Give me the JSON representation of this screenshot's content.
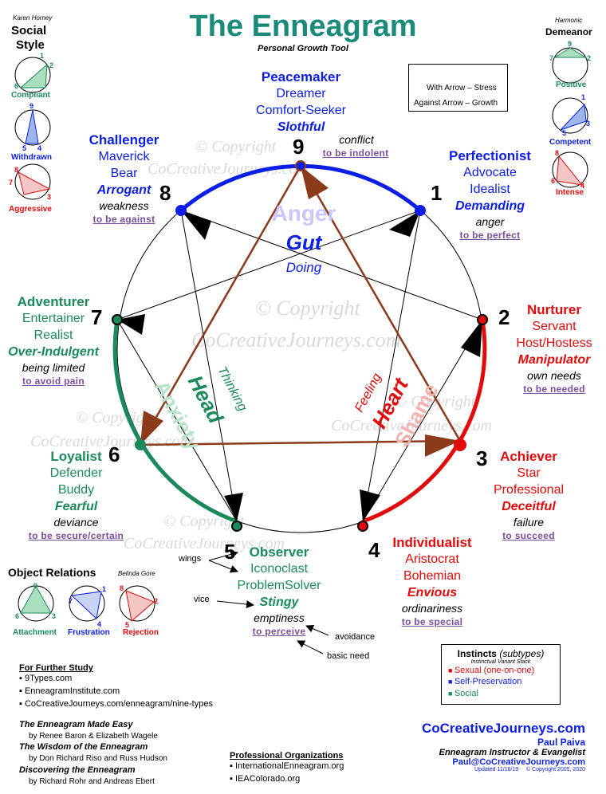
{
  "header": {
    "title": "The Enneagram",
    "subtitle": "Personal Growth Tool"
  },
  "legend": {
    "with_arrow": "With Arrow – Stress",
    "against_arrow": "Against Arrow – Growth"
  },
  "centers": {
    "gut": {
      "emotion": "Anger",
      "name": "Gut",
      "function": "Doing"
    },
    "heart": {
      "emotion": "Shame",
      "name": "Heart",
      "function": "Feeling"
    },
    "head": {
      "emotion": "Anxiety",
      "name": "Head",
      "function": "Thinking"
    }
  },
  "watermark": {
    "line1": "© Copyright",
    "line2": "CoCreativeJourneys.com"
  },
  "types": {
    "t9": {
      "number": "9",
      "name": "Peacemaker",
      "alt1": "Dreamer",
      "alt2": "Comfort-Seeker",
      "vice": "Slothful",
      "avoidance": "conflict",
      "link": "to be indolent"
    },
    "t1": {
      "number": "1",
      "name": "Perfectionist",
      "alt1": "Advocate",
      "alt2": "Idealist",
      "vice": "Demanding",
      "avoidance": "anger",
      "link": "to be perfect"
    },
    "t2": {
      "number": "2",
      "name": "Nurturer",
      "alt1": "Servant",
      "alt2": "Host/Hostess",
      "vice": "Manipulator",
      "avoidance": "own needs",
      "link": "to be needed"
    },
    "t3": {
      "number": "3",
      "name": "Achiever",
      "alt1": "Star",
      "alt2": "Professional",
      "vice": "Deceitful",
      "avoidance": "failure",
      "link": "to succeed"
    },
    "t4": {
      "number": "4",
      "name": "Individualist",
      "alt1": "Aristocrat",
      "alt2": "Bohemian",
      "vice": "Envious",
      "avoidance": "ordinariness",
      "link": "to be special"
    },
    "t5": {
      "number": "5",
      "name": "Observer",
      "alt1": "Iconoclast",
      "alt2": "ProblemSolver",
      "vice": "Stingy",
      "avoidance": "emptiness",
      "link": "to perceive"
    },
    "t6": {
      "number": "6",
      "name": "Loyalist",
      "alt1": "Defender",
      "alt2": "Buddy",
      "vice": "Fearful",
      "avoidance": "deviance",
      "link": "to be secure/certain"
    },
    "t7": {
      "number": "7",
      "name": "Adventurer",
      "alt1": "Entertainer",
      "alt2": "Realist",
      "vice": "Over-Indulgent",
      "avoidance": "being limited",
      "link": "to avoid pain"
    },
    "t8": {
      "number": "8",
      "name": "Challenger",
      "alt1": "Maverick",
      "alt2": "Bear",
      "vice": "Arrogant",
      "avoidance": "weakness",
      "link": "to be against"
    }
  },
  "annotations": {
    "wings": "wings",
    "vice": "vice",
    "avoidance": "avoidance",
    "basic_need": "basic need"
  },
  "social_style": {
    "author": "Karen Horney",
    "title1": "Social",
    "title2": "Style",
    "compliant": {
      "label": "Compliant",
      "n1": "1",
      "n2": "2",
      "n3": "6"
    },
    "withdrawn": {
      "label": "Withdrawn",
      "n1": "9",
      "n2": "5",
      "n3": "4"
    },
    "aggressive": {
      "label": "Aggressive",
      "n1": "8",
      "n2": "7",
      "n3": "3"
    }
  },
  "harmonic": {
    "author": "Harmonic",
    "title": "Demeanor",
    "positive": {
      "label": "Positive",
      "n1": "9",
      "n2": "7",
      "n3": "2"
    },
    "competent": {
      "label": "Competent",
      "n1": "1",
      "n2": "5",
      "n3": "3"
    },
    "intense": {
      "label": "Intense",
      "n1": "8",
      "n2": "6",
      "n3": "4"
    }
  },
  "object_relations": {
    "title": "Object Relations",
    "author": "Belinda Gore",
    "attachment": {
      "label": "Attachment",
      "n1": "9",
      "n2": "6",
      "n3": "3"
    },
    "frustration": {
      "label": "Frustration",
      "n1": "7",
      "n2": "1",
      "n3": "4"
    },
    "rejection": {
      "label": "Rejection",
      "n1": "8",
      "n2": "2",
      "n3": "5"
    }
  },
  "instincts": {
    "title": "Instincts",
    "title_sub": "(subtypes)",
    "subtitle": "Instinctual Variant Stack",
    "items": [
      "Sexual (one-on-one)",
      "Self-Preservation",
      "Social"
    ]
  },
  "further_study": {
    "heading": "For Further Study",
    "sites": [
      "9Types.com",
      "EnneagramInstitute.com",
      "CoCreativeJourneys.com/enneagram/nine-types"
    ],
    "books": [
      {
        "title": "The Enneagram Made Easy",
        "authors": "by Renee Baron & Elizabeth Wagele"
      },
      {
        "title": "The Wisdom of the Enneagram",
        "authors": "by Don Richard Riso and Russ Hudson"
      },
      {
        "title": "Discovering the Enneagram",
        "authors": "by Richard Rohr and Andreas Ebert"
      }
    ]
  },
  "organizations": {
    "heading": "Professional Organizations",
    "items": [
      "InternationalEnneagram.org",
      "IEAColorado.org"
    ]
  },
  "footer": {
    "site": "CoCreativeJourneys.com",
    "author": "Paul Paiva",
    "role": "Enneagram Instructor & Evangelist",
    "email": "Paul@CoCreativeJourneys.com",
    "updated": "Updated 11/16/19",
    "copyright": "© Copyright 2005, 2020"
  },
  "colors": {
    "gut": "#0b1ee6",
    "heart": "#e20b0b",
    "head": "#1b8a5a",
    "triangle": "#8b3a1a",
    "title": "#1a8a7a",
    "link": "#7a4fa0"
  }
}
